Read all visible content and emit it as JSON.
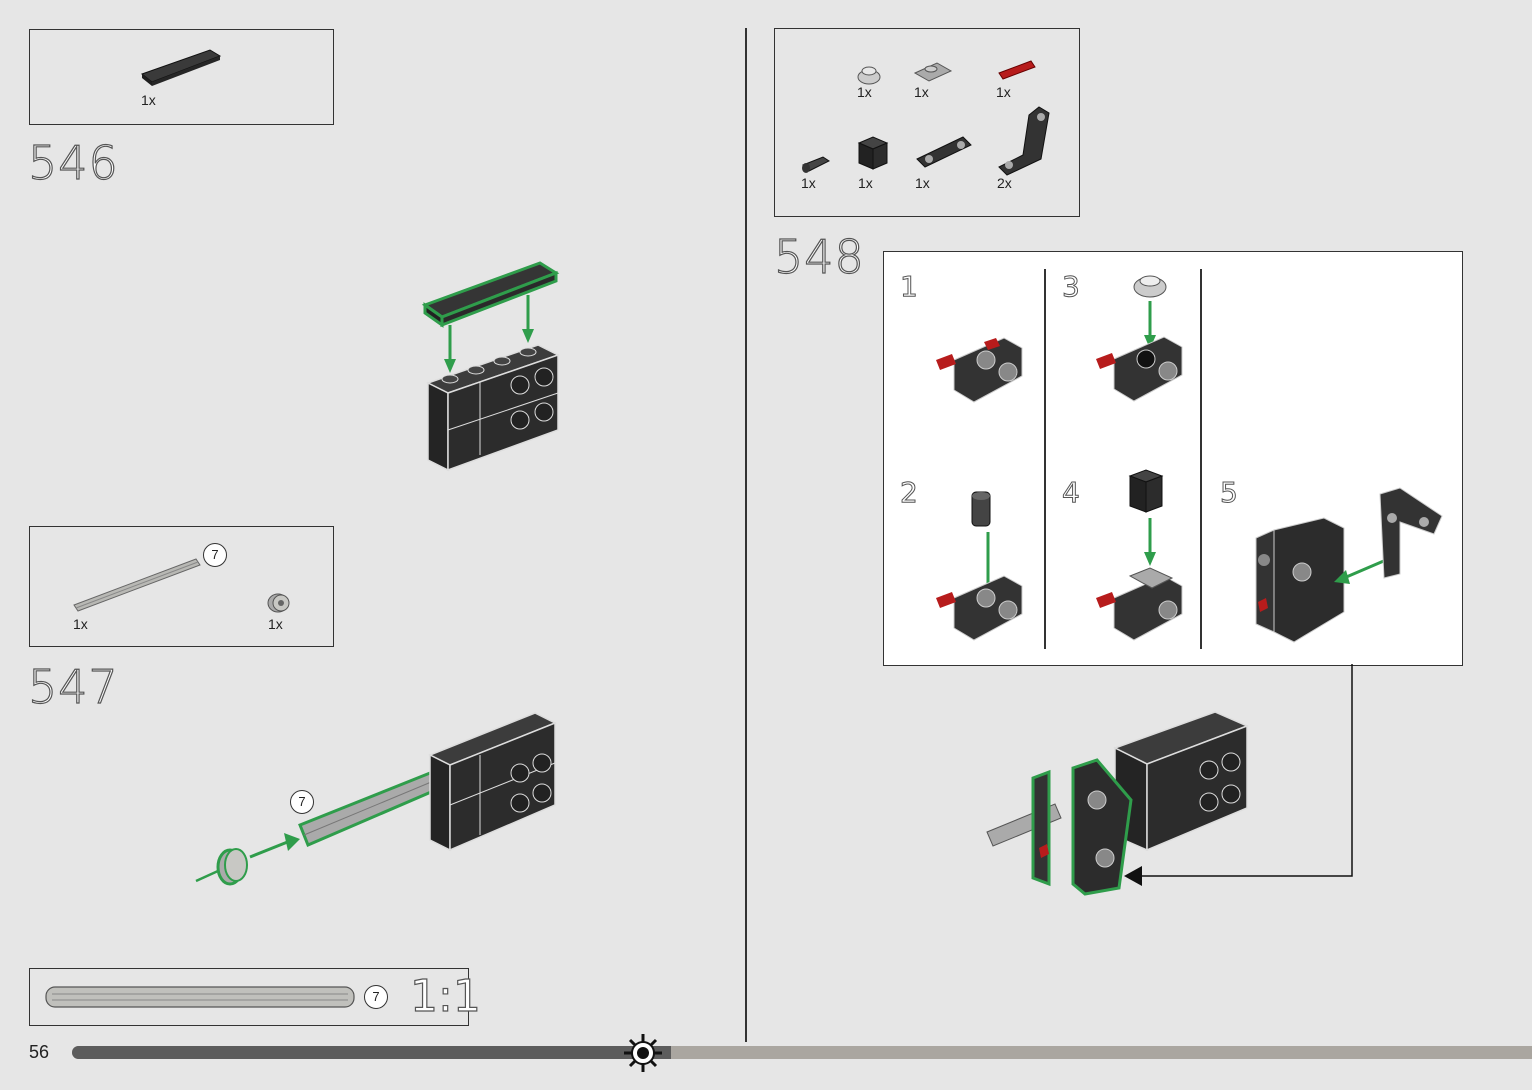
{
  "page": {
    "number": "56"
  },
  "colors": {
    "accent_green": "#2f9d4b",
    "brick_dark": "#2b2b2b",
    "red_part": "#b71c1c",
    "progress_done": "#5c5c5c",
    "progress_remaining": "#aaa6a0"
  },
  "progress": {
    "fraction": 0.41
  },
  "steps": {
    "s546": {
      "number": "546",
      "parts": [
        {
          "qty": "1x",
          "part": "flat-tile-dark"
        }
      ]
    },
    "s547": {
      "number": "547",
      "parts": [
        {
          "qty": "1x",
          "part": "axle-7",
          "callout": "7"
        },
        {
          "qty": "1x",
          "part": "bush"
        }
      ],
      "callout": "7"
    },
    "s548": {
      "number": "548",
      "parts": [
        {
          "qty": "1x",
          "part": "round-plate-light"
        },
        {
          "qty": "1x",
          "part": "clip-plate"
        },
        {
          "qty": "1x",
          "part": "red-axle-connector"
        },
        {
          "qty": "1x",
          "part": "pin-dark"
        },
        {
          "qty": "1x",
          "part": "brick-axle-hole"
        },
        {
          "qty": "1x",
          "part": "beam-3"
        },
        {
          "qty": "2x",
          "part": "angled-beam"
        }
      ],
      "substeps": [
        "1",
        "2",
        "3",
        "4",
        "5"
      ]
    }
  },
  "scale_ref": {
    "callout": "7",
    "label": "1:1"
  }
}
